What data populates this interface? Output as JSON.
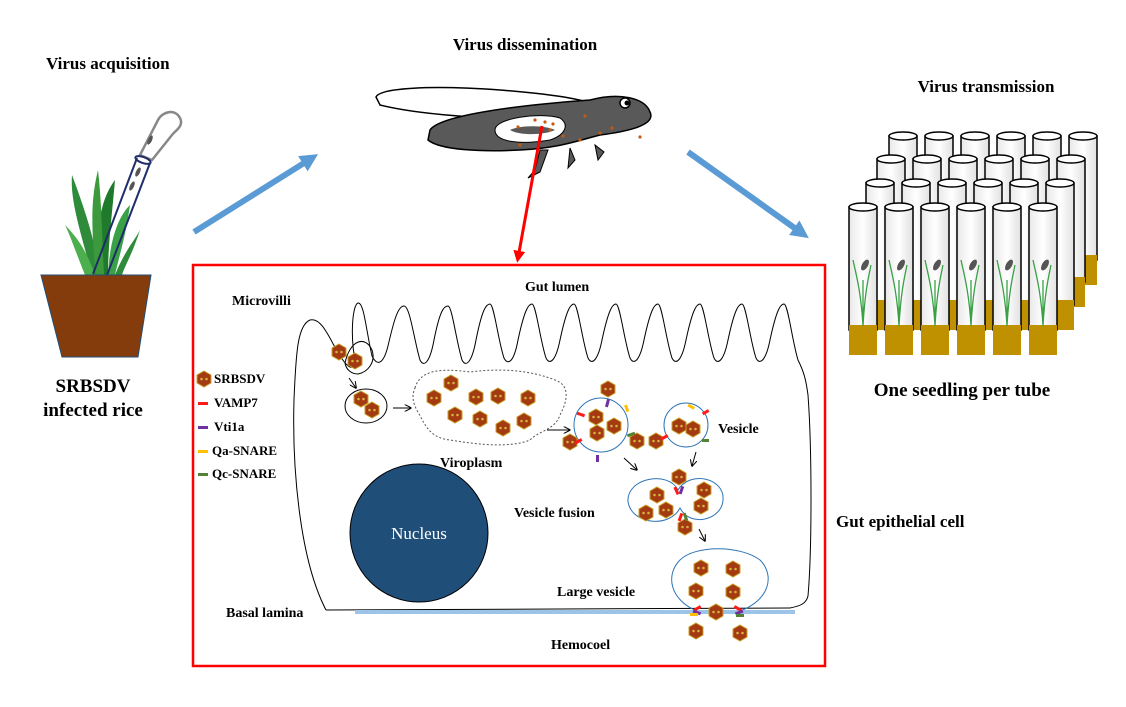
{
  "stages": {
    "acquisition": {
      "title": "Virus acquisition",
      "caption_line1": "SRBSDV",
      "caption_line2": "infected rice"
    },
    "dissemination": {
      "title": "Virus dissemination"
    },
    "transmission": {
      "title": "Virus transmission",
      "caption": "One seedling per tube"
    }
  },
  "cell_panel": {
    "gut_lumen": "Gut lumen",
    "microvilli": "Microvilli",
    "viroplasm": "Viroplasm",
    "vesicle": "Vesicle",
    "vesicle_fusion": "Vesicle fusion",
    "nucleus": "Nucleus",
    "large_vesicle": "Large vesicle",
    "basal_lamina": "Basal lamina",
    "hemocoel": "Hemocoel",
    "gut_epithelial_cell": "Gut epithelial cell"
  },
  "legend": [
    {
      "label": "SRBSDV",
      "symbol": "virus-particle",
      "color": "#a33a12"
    },
    {
      "label": "VAMP7",
      "symbol": "bar",
      "color": "#ff1a1a"
    },
    {
      "label": "Vti1a",
      "symbol": "bar",
      "color": "#7030a0"
    },
    {
      "label": "Qa-SNARE",
      "symbol": "bar",
      "color": "#ffc000"
    },
    {
      "label": "Qc-SNARE",
      "symbol": "bar",
      "color": "#548235"
    }
  ],
  "colors": {
    "panel_border": "#ff0000",
    "flow_arrow": "#5b9bd5",
    "nucleus": "#1f4e79",
    "pot": "#843c0c",
    "tube_soil": "#bf9000",
    "basal_lamina": "#9dc3e6",
    "vesicle_membrane": "#2e75b6",
    "insect_body": "#595959"
  }
}
